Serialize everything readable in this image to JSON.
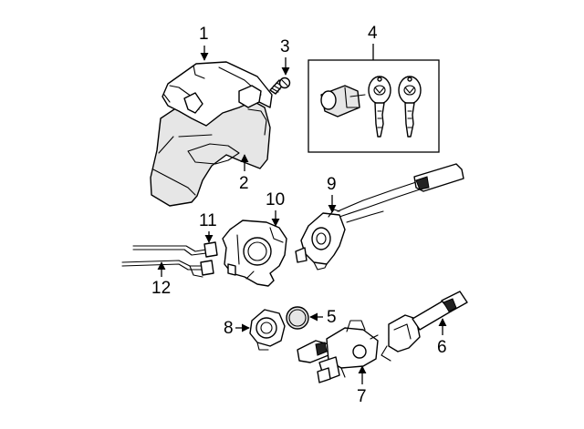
{
  "callouts": {
    "c1": "1",
    "c2": "2",
    "c3": "3",
    "c4": "4",
    "c5": "5",
    "c6": "6",
    "c7": "7",
    "c8": "8",
    "c9": "9",
    "c10": "10",
    "c11": "11",
    "c12": "12"
  },
  "colors": {
    "line": "#000000",
    "shade": "#e6e6e6",
    "background": "#ffffff"
  }
}
